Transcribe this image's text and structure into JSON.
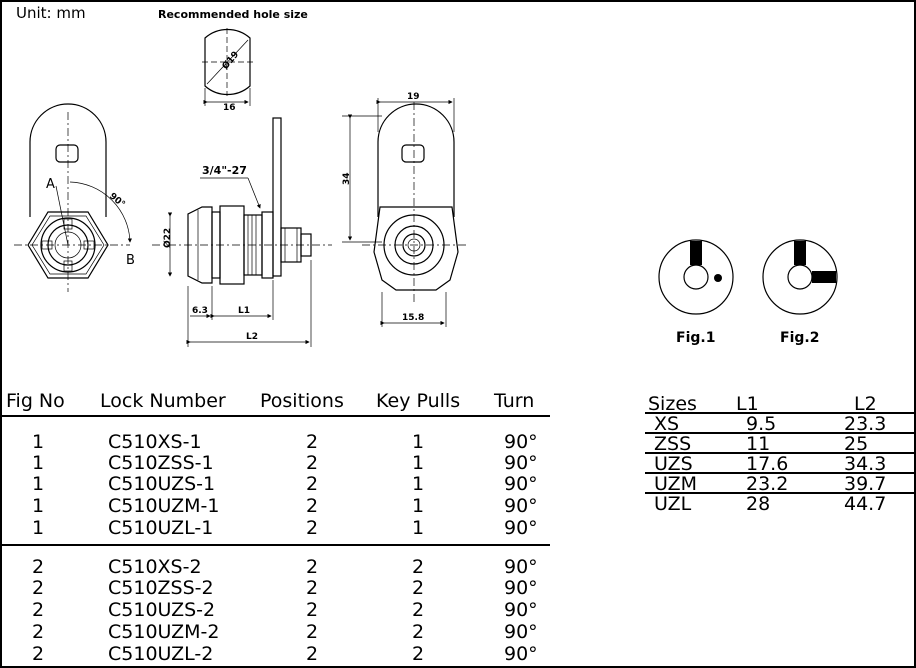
{
  "unit_label": "Unit:  mm",
  "hole_title": "Recommended hole size",
  "dims": {
    "hole_dia": "Ø19",
    "hole_flat": "16",
    "thread": "3/4\"-27",
    "dia22": "Ø22",
    "d63": "6.3",
    "l1": "L1",
    "l2": "L2",
    "w19": "19",
    "h34": "34",
    "w158": "15.8",
    "angle": "90°",
    "pos_a": "A",
    "pos_b": "B"
  },
  "figures": [
    {
      "label": "Fig.1"
    },
    {
      "label": "Fig.2"
    }
  ],
  "lock_table": {
    "headers": [
      "Fig  No",
      "Lock  Number",
      "Positions",
      "Key  Pulls",
      "Turn"
    ],
    "rows": [
      {
        "fig": "1",
        "lock": "C510XS-1",
        "positions": "2",
        "key_pulls": "1",
        "turn": "90°"
      },
      {
        "fig": "1",
        "lock": "C510ZSS-1",
        "positions": "2",
        "key_pulls": "1",
        "turn": "90°"
      },
      {
        "fig": "1",
        "lock": "C510UZS-1",
        "positions": "2",
        "key_pulls": "1",
        "turn": "90°"
      },
      {
        "fig": "1",
        "lock": "C510UZM-1",
        "positions": "2",
        "key_pulls": "1",
        "turn": "90°"
      },
      {
        "fig": "1",
        "lock": "C510UZL-1",
        "positions": "2",
        "key_pulls": "1",
        "turn": "90°"
      },
      {
        "fig": "2",
        "lock": "C510XS-2",
        "positions": "2",
        "key_pulls": "2",
        "turn": "90°"
      },
      {
        "fig": "2",
        "lock": "C510ZSS-2",
        "positions": "2",
        "key_pulls": "2",
        "turn": "90°"
      },
      {
        "fig": "2",
        "lock": "C510UZS-2",
        "positions": "2",
        "key_pulls": "2",
        "turn": "90°"
      },
      {
        "fig": "2",
        "lock": "C510UZM-2",
        "positions": "2",
        "key_pulls": "2",
        "turn": "90°"
      },
      {
        "fig": "2",
        "lock": "C510UZL-2",
        "positions": "2",
        "key_pulls": "2",
        "turn": "90°"
      }
    ]
  },
  "size_table": {
    "headers": [
      "Sizes",
      "L1",
      "L2"
    ],
    "rows": [
      {
        "size": "XS",
        "l1": "9.5",
        "l2": "23.3"
      },
      {
        "size": "ZSS",
        "l1": "11",
        "l2": "25"
      },
      {
        "size": "UZS",
        "l1": "17.6",
        "l2": "34.3"
      },
      {
        "size": "UZM",
        "l1": "23.2",
        "l2": "39.7"
      },
      {
        "size": "UZL",
        "l1": "28",
        "l2": "44.7"
      }
    ]
  }
}
